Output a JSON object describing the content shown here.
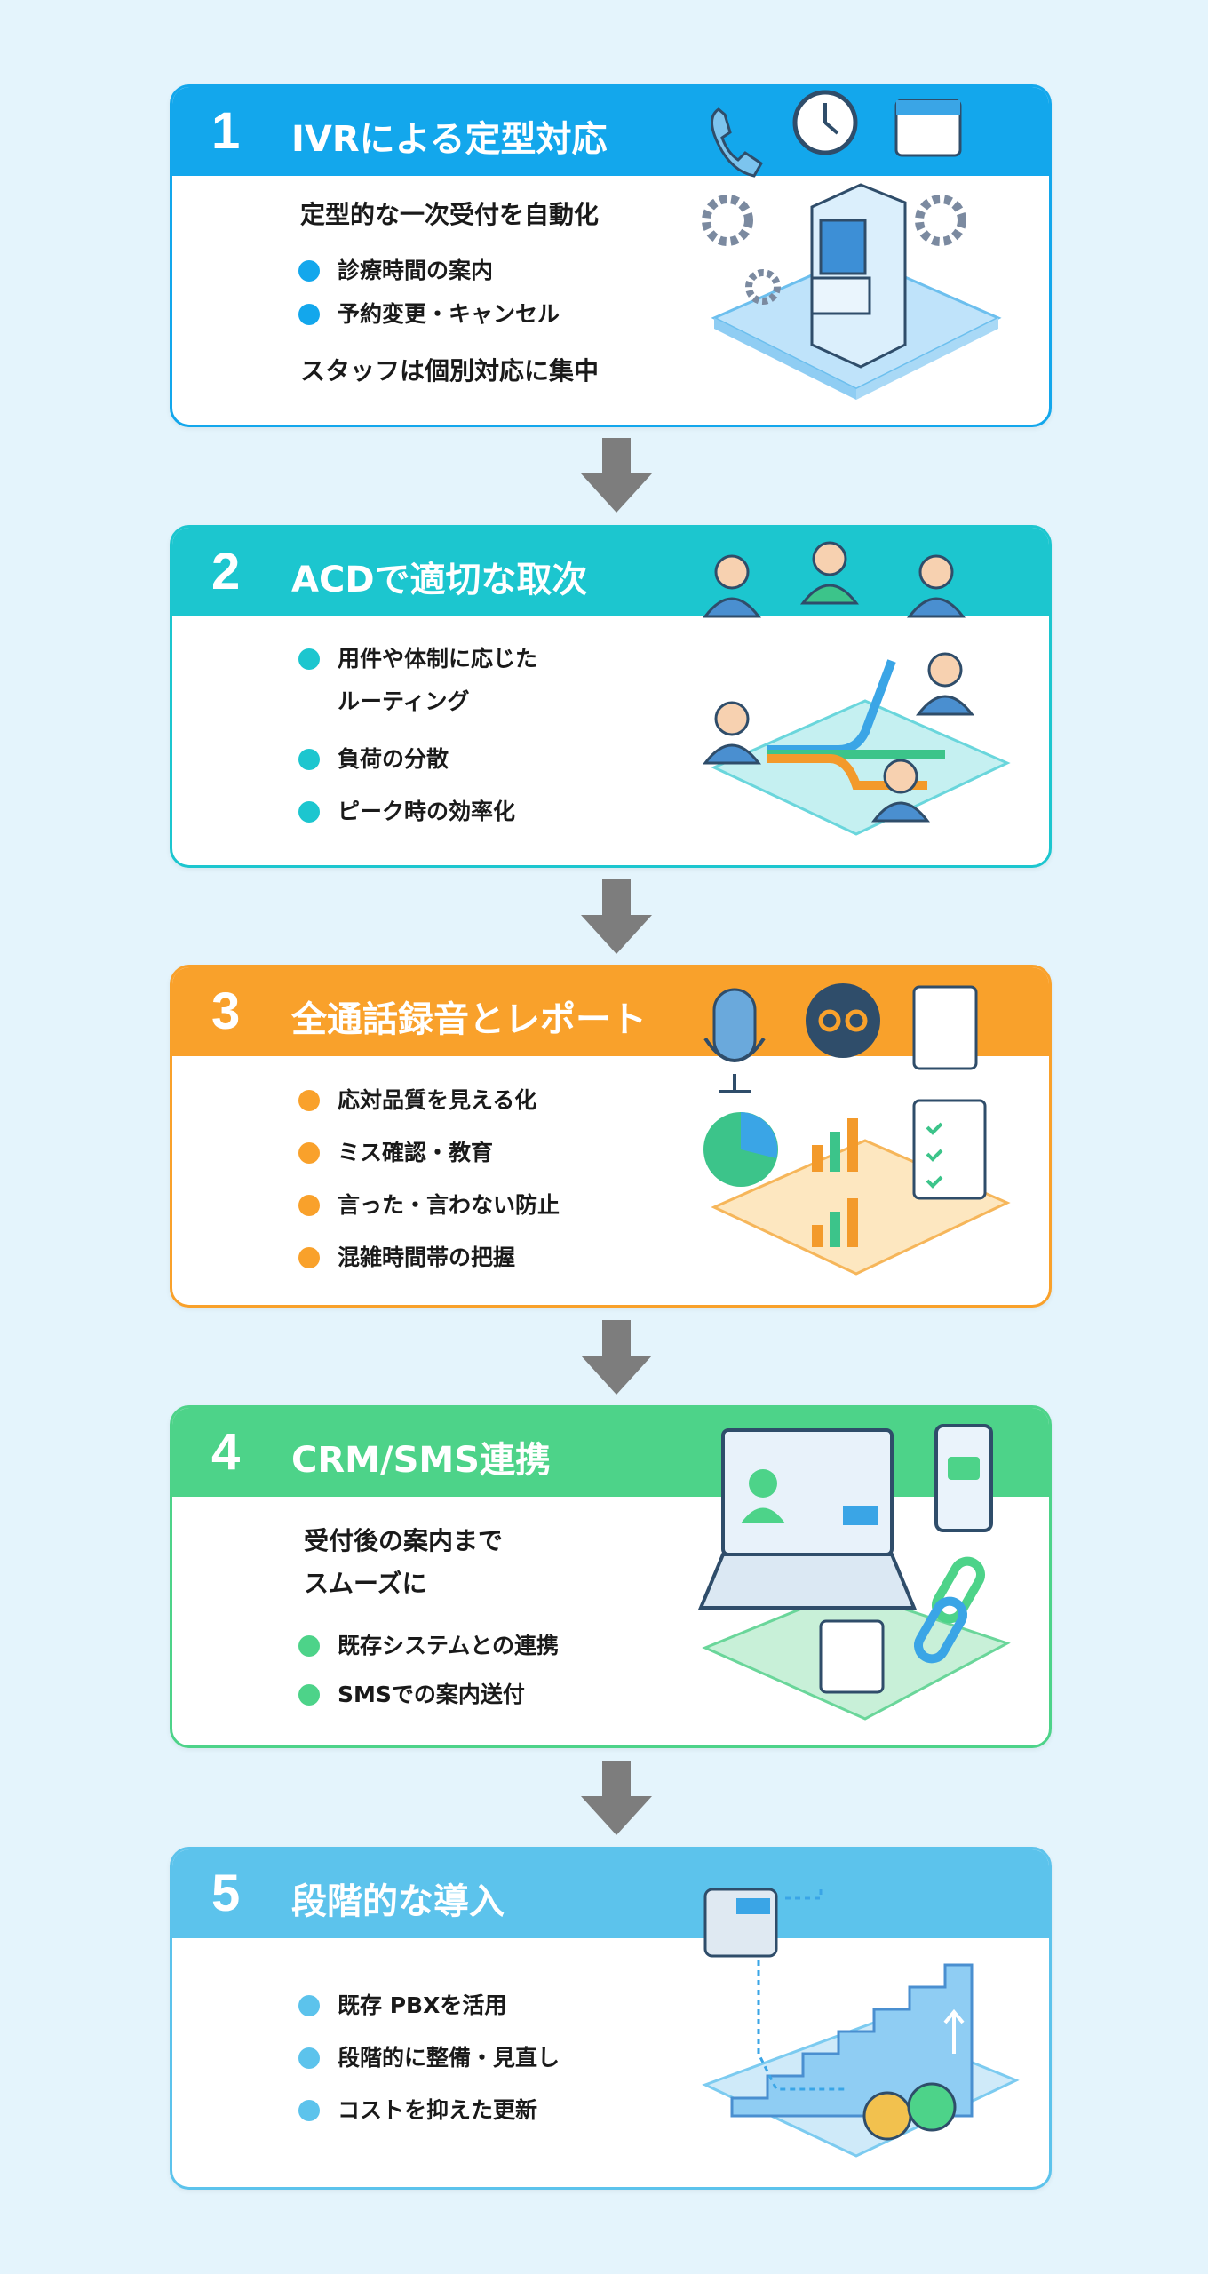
{
  "colors": {
    "background": "#e4f4fc",
    "step1": "#13a7ec",
    "step2": "#1cc6cf",
    "step3": "#f9a12b",
    "step4": "#4dd389",
    "step5": "#5cc3ec",
    "arrow": "#7d7d7d"
  },
  "steps": [
    {
      "number": "1",
      "title": "IVRによる定型対応",
      "lead": "定型的な一次受付を自動化",
      "bullets": [
        "診療時間の案内",
        "予約変更・キャンセル"
      ],
      "footer": "スタッフは個別対応に集中",
      "illustration_icons": [
        "phone-icon",
        "clock-icon",
        "calendar-icon",
        "gear-icon",
        "ivr-terminal-icon"
      ]
    },
    {
      "number": "2",
      "title": "ACDで適切な取次",
      "bullets": [
        "用件や体制に応じた",
        "負荷の分散",
        "ピーク時の効率化"
      ],
      "bullet1_line2": "ルーティング",
      "illustration_icons": [
        "operator-icon",
        "routing-arrows-icon"
      ]
    },
    {
      "number": "3",
      "title": "全通話録音とレポート",
      "bullets": [
        "応対品質を見える化",
        "ミス確認・教育",
        "言った・言わない防止",
        "混雑時間帯の把握"
      ],
      "illustration_icons": [
        "microphone-icon",
        "voicemail-icon",
        "report-icon",
        "pie-chart-icon",
        "bar-chart-icon",
        "checklist-icon"
      ]
    },
    {
      "number": "4",
      "title": "CRM/SMS連携",
      "lead_lines": [
        "受付後の案内まで",
        "スムーズに"
      ],
      "bullets": [
        "既存システムとの連携",
        "SMSでの案内送付"
      ],
      "illustration_icons": [
        "laptop-crm-icon",
        "smartphone-sms-icon",
        "link-chain-icon",
        "message-icon"
      ]
    },
    {
      "number": "5",
      "title": "段階的な導入",
      "bullets": [
        "既存 PBXを活用",
        "段階的に整備・見直し",
        "コストを抑えた更新"
      ],
      "illustration_icons": [
        "desk-phone-icon",
        "stairs-icon",
        "money-bag-icon"
      ]
    }
  ]
}
